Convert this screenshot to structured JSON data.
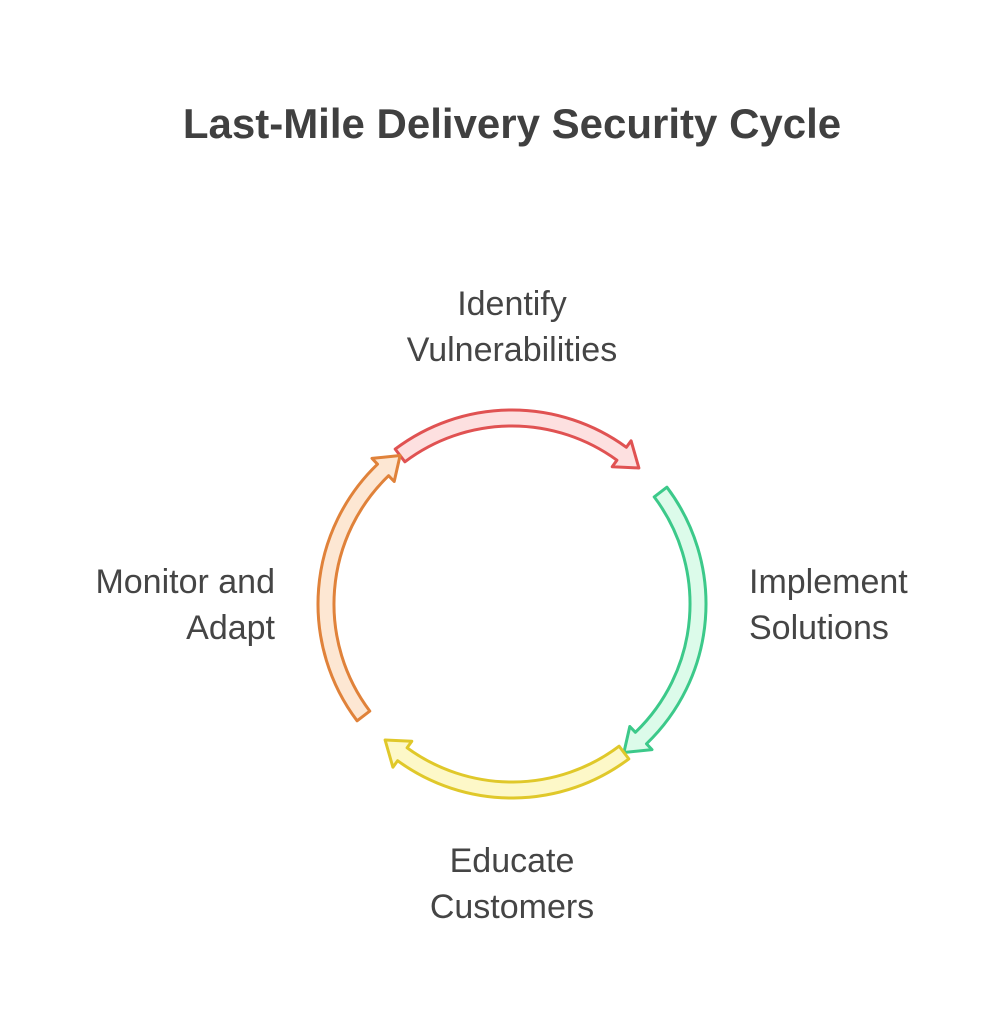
{
  "title": "Last-Mile Delivery Security Cycle",
  "stages": [
    {
      "line1": "Identify",
      "line2": "Vulnerabilities",
      "stroke": "#e05252",
      "fill": "#fde0e0"
    },
    {
      "line1": "Implement",
      "line2": "Solutions",
      "stroke": "#3cc98a",
      "fill": "#dcfbea"
    },
    {
      "line1": "Educate",
      "line2": "Customers",
      "stroke": "#e0c82a",
      "fill": "#fdf8c8"
    },
    {
      "line1": "Monitor and",
      "line2": "Adapt",
      "stroke": "#e0823a",
      "fill": "#fde7d3"
    }
  ]
}
